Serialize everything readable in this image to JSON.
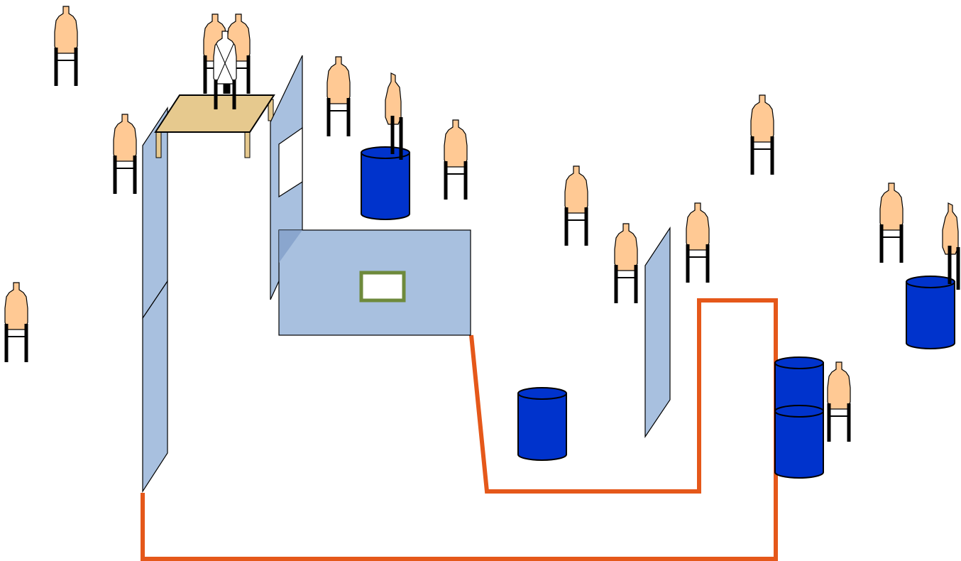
{
  "colors": {
    "background": "#ffffff",
    "target_fill": "#ffc994",
    "target_stand": "#000000",
    "wall_fill": "#a8c0df",
    "barrel_fill": "#0033cc",
    "fault_line": "#e5581a",
    "table_top": "#e6c98e",
    "window_frame": "#6e8a3c",
    "no_shoot_fill": "#ffffff"
  },
  "elements": {
    "paper_targets": 16,
    "no_shoot_targets": 1,
    "barrels": 5,
    "walls": 5,
    "table": 1,
    "fault_lines": 2
  }
}
